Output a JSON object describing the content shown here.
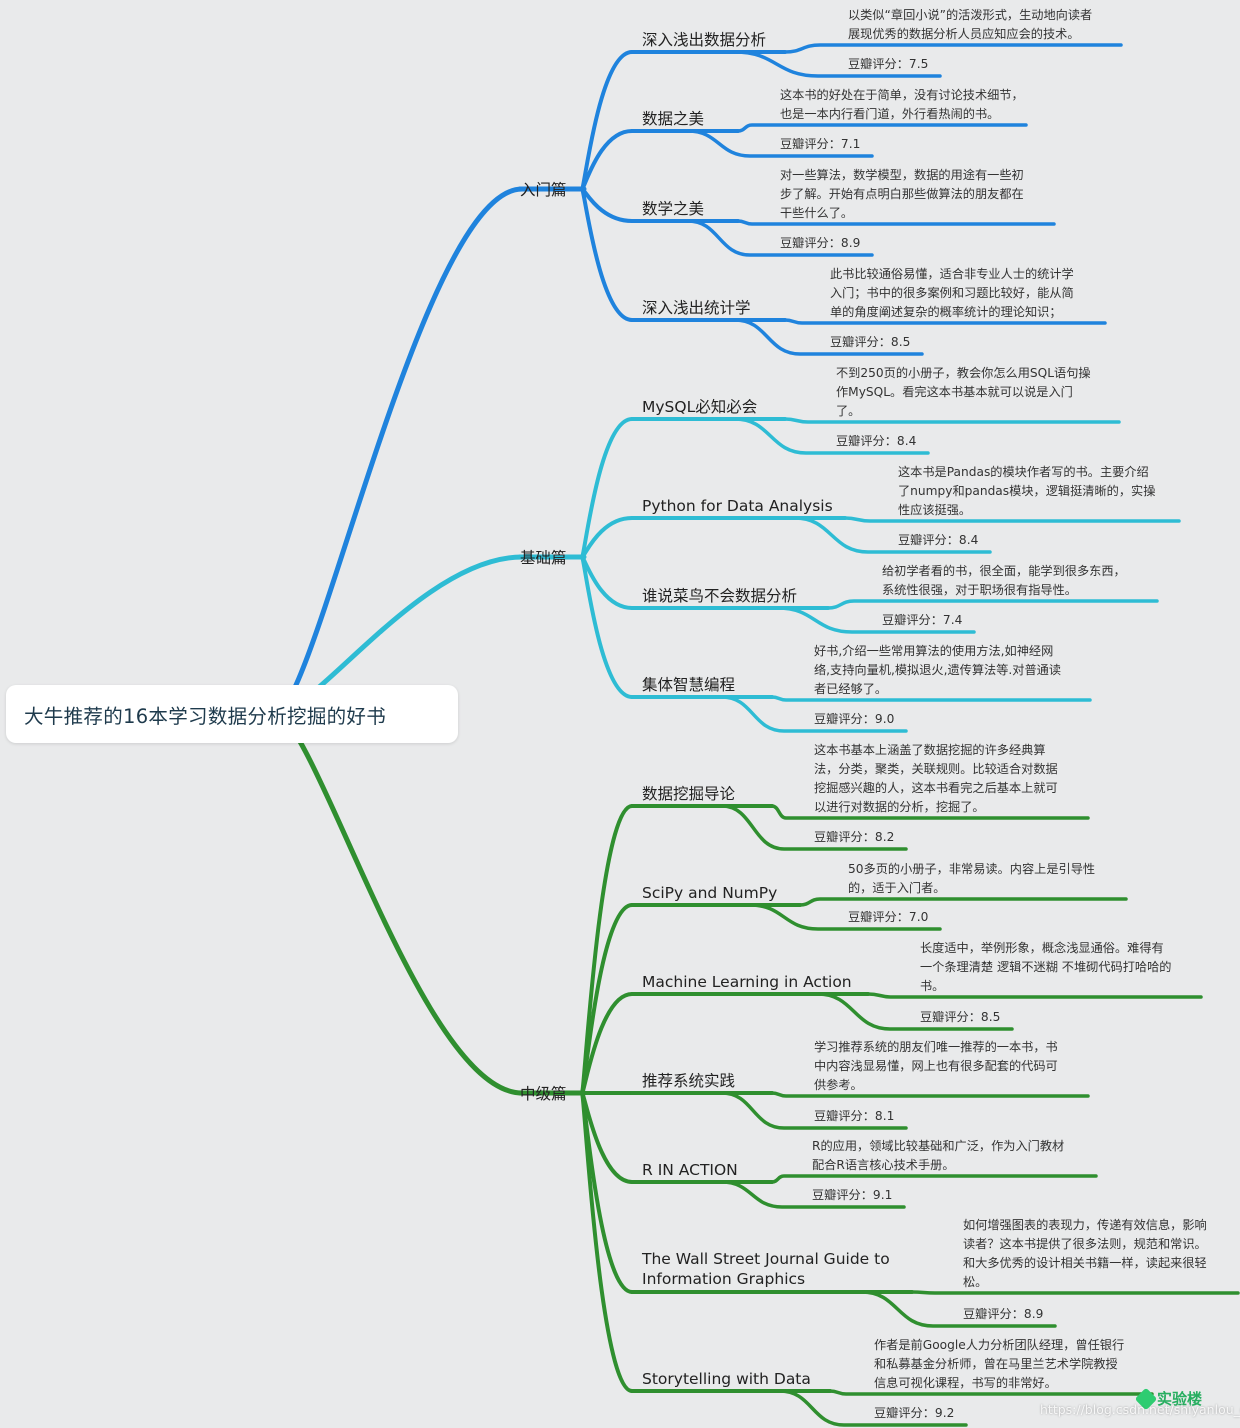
{
  "root": {
    "title": "大牛推荐的16本学习数据分析挖掘的好书"
  },
  "colors": {
    "intro": "#1f83dd",
    "basic": "#2ebcd4",
    "mid": "#2f8f2f",
    "background": "#e9eaeb"
  },
  "categories": [
    {
      "name": "入门篇",
      "books": [
        {
          "title": "深入浅出数据分析",
          "desc": "以类似“章回小说”的活泼形式，生动地向读者\n展现优秀的数据分析人员应知应会的技术。",
          "rating": "豆瓣评分：7.5"
        },
        {
          "title": "数据之美",
          "desc": "这本书的好处在于简单，没有讨论技术细节，\n也是一本内行看门道，外行看热闹的书。",
          "rating": "豆瓣评分：7.1"
        },
        {
          "title": "数学之美",
          "desc": "对一些算法，数学模型，数据的用途有一些初\n步了解。开始有点明白那些做算法的朋友都在\n干些什么了。",
          "rating": "豆瓣评分：8.9"
        },
        {
          "title": "深入浅出统计学",
          "desc": "此书比较通俗易懂，适合非专业人士的统计学\n入门；书中的很多案例和习题比较好，能从简\n单的角度阐述复杂的概率统计的理论知识；",
          "rating": "豆瓣评分：8.5"
        }
      ]
    },
    {
      "name": "基础篇",
      "books": [
        {
          "title": "MySQL必知必会",
          "desc": "不到250页的小册子，教会你怎么用SQL语句操\n作MySQL。看完这本书基本就可以说是入门\n了。",
          "rating": "豆瓣评分：8.4"
        },
        {
          "title": "Python for Data Analysis",
          "desc": "这本书是Pandas的模块作者写的书。主要介绍\n了numpy和pandas模块，逻辑挺清晰的，实操\n性应该挺强。",
          "rating": "豆瓣评分：8.4"
        },
        {
          "title": "谁说菜鸟不会数据分析",
          "desc": "给初学者看的书，很全面，能学到很多东西，\n系统性很强，对于职场很有指导性。",
          "rating": "豆瓣评分：7.4"
        },
        {
          "title": "集体智慧编程",
          "desc": "好书,介绍一些常用算法的使用方法,如神经网\n络,支持向量机,模拟退火,遗传算法等.对普通读\n者已经够了。",
          "rating": "豆瓣评分：9.0"
        }
      ]
    },
    {
      "name": "中级篇",
      "books": [
        {
          "title": "数据挖掘导论",
          "desc": "这本书基本上涵盖了数据挖掘的许多经典算\n法，分类，聚类，关联规则。比较适合对数据\n挖掘感兴趣的人，这本书看完之后基本上就可\n以进行对数据的分析，挖掘了。",
          "rating": "豆瓣评分：8.2"
        },
        {
          "title": "SciPy and NumPy",
          "desc": "50多页的小册子，非常易读。内容上是引导性\n的，适于入门者。",
          "rating": "豆瓣评分：7.0"
        },
        {
          "title": "Machine Learning in Action",
          "desc": "长度适中，举例形象，概念浅显通俗。难得有\n一个条理清楚 逻辑不迷糊 不堆砌代码打哈哈的\n书。",
          "rating": "豆瓣评分：8.5"
        },
        {
          "title": "推荐系统实践",
          "desc": "学习推荐系统的朋友们唯一推荐的一本书，书\n中内容浅显易懂，网上也有很多配套的代码可\n供参考。",
          "rating": "豆瓣评分：8.1"
        },
        {
          "title": "R IN ACTION",
          "desc": "R的应用，领域比较基础和广泛，作为入门教材\n配合R语言核心技术手册。",
          "rating": "豆瓣评分：9.1"
        },
        {
          "title": "The Wall Street Journal Guide to\nInformation Graphics",
          "desc": "如何增强图表的表现力，传递有效信息，影响\n读者？这本书提供了很多法则，规范和常识。\n和大多优秀的设计相关书籍一样，读起来很轻\n松。",
          "rating": "豆瓣评分：8.9"
        },
        {
          "title": "Storytelling with Data",
          "desc": "作者是前Google人力分析团队经理，曾任银行\n和私募基金分析师，曾在马里兰艺术学院教授\n信息可视化课程，书写的非常好。",
          "rating": "豆瓣评分：9.2"
        }
      ]
    }
  ],
  "logo": {
    "icon": "shiyanlou-icon",
    "text": "实验楼"
  },
  "watermark": {
    "text": "https://blog.csdn.net/shiyanlou_chaishi"
  }
}
